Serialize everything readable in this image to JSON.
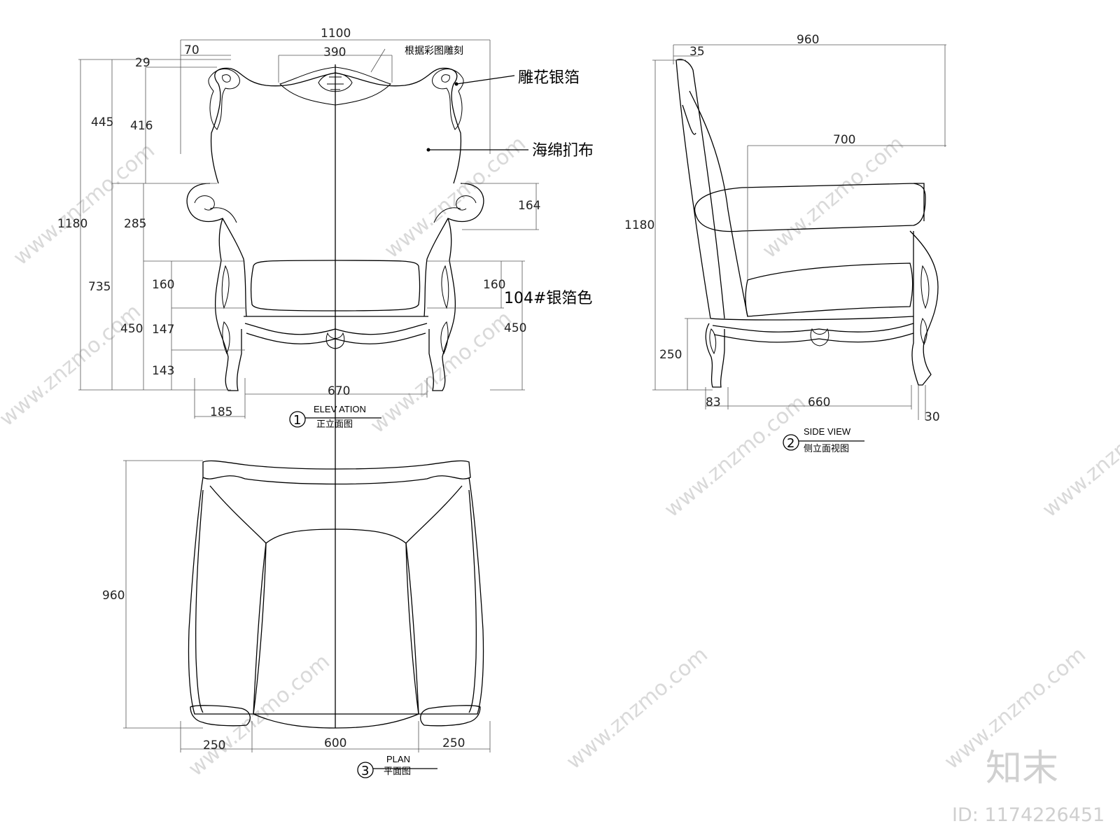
{
  "elevation": {
    "number": "1",
    "title_en": "ELEV ATION",
    "title_cn": "正立面图",
    "dims": {
      "overall_width": "1100",
      "crest_offset": "70",
      "crest_width": "390",
      "crest_top": "29",
      "back_height": "445",
      "back_inner": "416",
      "total_height": "1180",
      "arm_band": "285",
      "lower_height": "735",
      "seat_height": "450",
      "seat_thickness": "160",
      "apron": "147",
      "leg": "143",
      "arm_roll": "164",
      "seat_thickness_right": "160",
      "seat_height_right": "450",
      "inner_width": "670",
      "arm_width": "185"
    },
    "labels": {
      "carving_note": "根据彩图雕刻",
      "silver_leaf": "雕花银箔",
      "fabric": "海绵扪布",
      "color": "104#银箔色"
    }
  },
  "side_view": {
    "number": "2",
    "title_en": "SIDE VIEW",
    "title_cn": "侧立面视图",
    "dims": {
      "depth": "960",
      "tilt": "35",
      "seat_depth": "700",
      "height": "1180",
      "leg_height": "250",
      "front_leg": "83",
      "base_depth": "660",
      "back_leg": "30"
    }
  },
  "plan": {
    "number": "3",
    "title_en": "PLAN",
    "title_cn": "平面图",
    "dims": {
      "depth": "960",
      "left_arm": "250",
      "seat": "600",
      "right_arm": "250"
    }
  },
  "watermark": {
    "site": "www.znzmo.com",
    "brand": "知末",
    "id": "ID: 1174226451"
  }
}
